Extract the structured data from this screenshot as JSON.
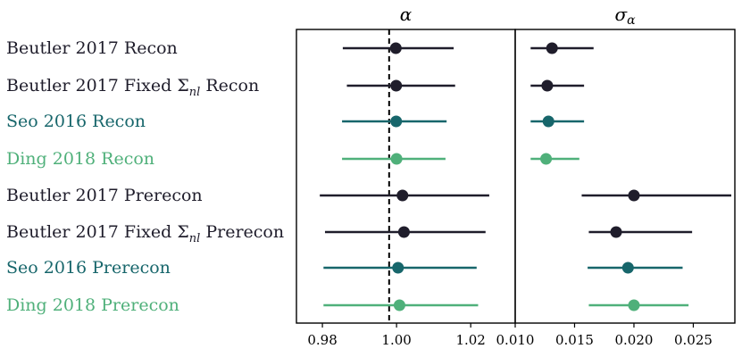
{
  "chart_data": {
    "type": "forest",
    "panels": [
      {
        "title": "α",
        "xlim": [
          0.973,
          1.032
        ],
        "ticks": [
          0.98,
          1.0,
          1.02
        ],
        "tick_labels": [
          "0.98",
          "1.00",
          "1.02"
        ],
        "reference_line": 0.998,
        "points": [
          {
            "center": 0.9998,
            "low": 0.9855,
            "high": 1.0154
          },
          {
            "center": 0.9999,
            "low": 0.9866,
            "high": 1.0158
          },
          {
            "center": 0.9999,
            "low": 0.9853,
            "high": 1.0135
          },
          {
            "center": 1.0,
            "low": 0.9853,
            "high": 1.0132
          },
          {
            "center": 1.0016,
            "low": 0.9793,
            "high": 1.025
          },
          {
            "center": 1.002,
            "low": 0.9807,
            "high": 1.024
          },
          {
            "center": 1.0004,
            "low": 0.9803,
            "high": 1.0216
          },
          {
            "center": 1.0008,
            "low": 0.9803,
            "high": 1.022
          }
        ]
      },
      {
        "title": "σα",
        "xlim": [
          0.01,
          0.0285
        ],
        "ticks": [
          0.01,
          0.015,
          0.02,
          0.025
        ],
        "tick_labels": [
          "0.010",
          "0.015",
          "0.020",
          "0.025"
        ],
        "points": [
          {
            "center": 0.0131,
            "low": 0.0113,
            "high": 0.0166
          },
          {
            "center": 0.0127,
            "low": 0.0113,
            "high": 0.0158
          },
          {
            "center": 0.0128,
            "low": 0.0113,
            "high": 0.0158
          },
          {
            "center": 0.0126,
            "low": 0.0113,
            "high": 0.0154
          },
          {
            "center": 0.02,
            "low": 0.0156,
            "high": 0.0282
          },
          {
            "center": 0.0185,
            "low": 0.0162,
            "high": 0.0249
          },
          {
            "center": 0.0195,
            "low": 0.0161,
            "high": 0.0241
          },
          {
            "center": 0.02,
            "low": 0.0162,
            "high": 0.0246
          }
        ]
      }
    ],
    "rows": [
      {
        "label": "Beutler 2017 Recon",
        "label_sub": "",
        "label_tail": "",
        "color": "#1f1d2b"
      },
      {
        "label": "Beutler 2017 Fixed Σ",
        "label_sub": "nl",
        "label_tail": " Recon",
        "color": "#1f1d2b"
      },
      {
        "label": "Seo 2016 Recon",
        "label_sub": "",
        "label_tail": "",
        "color": "#17666b"
      },
      {
        "label": "Ding 2018 Recon",
        "label_sub": "",
        "label_tail": "",
        "color": "#4fb07a"
      },
      {
        "label": "Beutler 2017 Prerecon",
        "label_sub": "",
        "label_tail": "",
        "color": "#1f1d2b"
      },
      {
        "label": "Beutler 2017 Fixed Σ",
        "label_sub": "nl",
        "label_tail": " Prerecon",
        "color": "#1f1d2b"
      },
      {
        "label": "Seo 2016 Prerecon",
        "label_sub": "",
        "label_tail": "",
        "color": "#17666b"
      },
      {
        "label": "Ding 2018 Prerecon",
        "label_sub": "",
        "label_tail": "",
        "color": "#4fb07a"
      }
    ],
    "grid": false
  }
}
